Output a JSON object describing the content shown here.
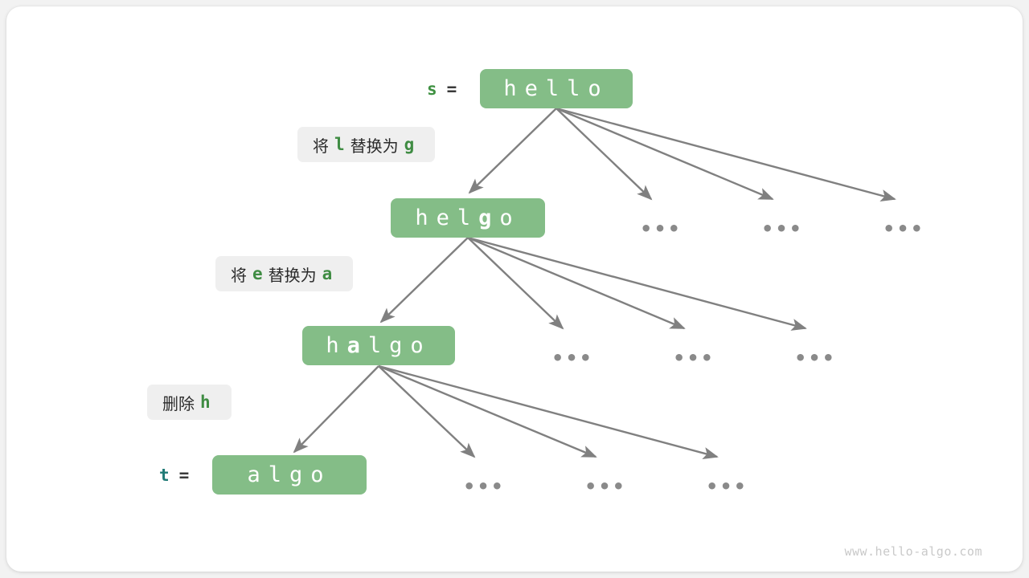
{
  "diagram": {
    "title": "edit-distance-tree",
    "watermark": "www.hello-algo.com",
    "colors": {
      "box_fill": "#84bd87",
      "box_text": "#ffffff",
      "chip_bg": "#efefef",
      "chip_text": "#2b2b2b",
      "accent_green": "#3f8c43",
      "accent_teal": "#1f7a75",
      "arrow": "#808080",
      "dots": "#8a8a8a",
      "watermark": "#c9c9c9",
      "page_bg": "#f2f2f2",
      "card_bg": "#ffffff"
    },
    "levels": [
      {
        "var_name": "s",
        "var_name_color": "#3f9142",
        "equals": "=",
        "string": "hello",
        "chars": [
          {
            "c": "h",
            "bold": false
          },
          {
            "c": "e",
            "bold": false
          },
          {
            "c": "l",
            "bold": false
          },
          {
            "c": "l",
            "bold": false
          },
          {
            "c": "o",
            "bold": false
          }
        ],
        "operation": {
          "prefix": "将",
          "from_char": "l",
          "middle": "替换为",
          "to_char": "g"
        },
        "branch_dots": [
          "•••",
          "•••",
          "•••"
        ]
      },
      {
        "var_name": "",
        "equals": "",
        "string": "helgo",
        "chars": [
          {
            "c": "h",
            "bold": false
          },
          {
            "c": "e",
            "bold": false
          },
          {
            "c": "l",
            "bold": false
          },
          {
            "c": "g",
            "bold": true
          },
          {
            "c": "o",
            "bold": false
          }
        ],
        "operation": {
          "prefix": "将",
          "from_char": "e",
          "middle": "替换为",
          "to_char": "a"
        },
        "branch_dots": [
          "•••",
          "•••",
          "•••"
        ]
      },
      {
        "var_name": "",
        "equals": "",
        "string": "halgo",
        "chars": [
          {
            "c": "h",
            "bold": false
          },
          {
            "c": "a",
            "bold": true
          },
          {
            "c": "l",
            "bold": false
          },
          {
            "c": "g",
            "bold": false
          },
          {
            "c": "o",
            "bold": false
          }
        ],
        "operation": {
          "prefix": "删除",
          "from_char": "h",
          "middle": "",
          "to_char": ""
        },
        "branch_dots": [
          "•••",
          "•••",
          "•••"
        ]
      },
      {
        "var_name": "t",
        "var_name_color": "#1f7a75",
        "equals": "=",
        "string": "algo",
        "chars": [
          {
            "c": "a",
            "bold": false
          },
          {
            "c": "l",
            "bold": false
          },
          {
            "c": "g",
            "bold": false
          },
          {
            "c": "o",
            "bold": false
          }
        ],
        "operation": null,
        "branch_dots": []
      }
    ],
    "labels": {
      "op1_prefix": "将",
      "op1_from": "l",
      "op1_mid": "替换为",
      "op1_to": "g",
      "op2_prefix": "将",
      "op2_from": "e",
      "op2_mid": "替换为",
      "op2_to": "a",
      "op3_prefix": "删除",
      "op3_from": "h",
      "var_s": "s",
      "var_t": "t",
      "eq": "=",
      "dots": "•••"
    }
  }
}
